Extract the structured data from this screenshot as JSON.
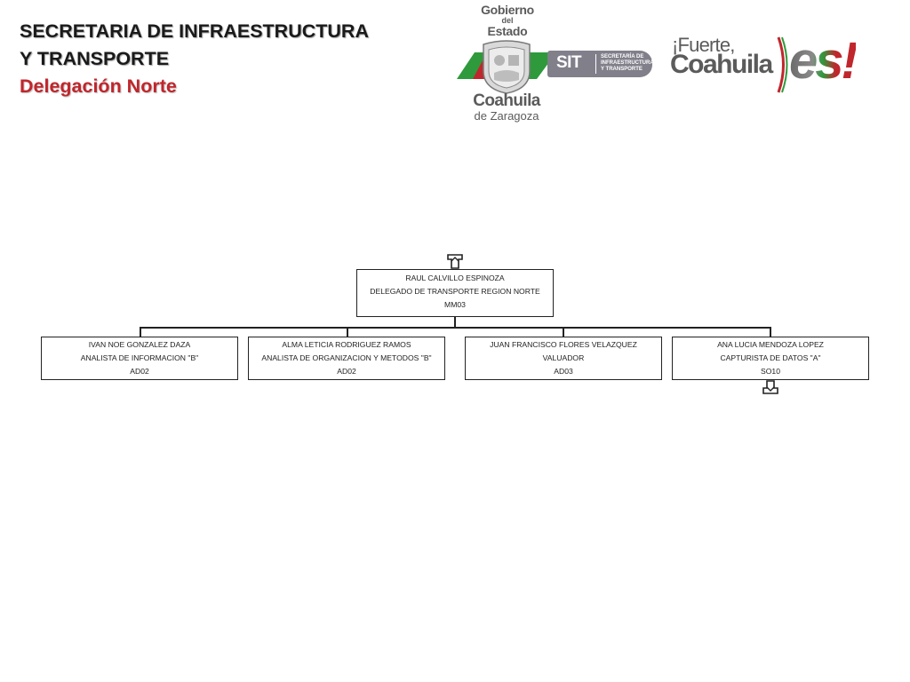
{
  "header": {
    "title_line1": "SECRETARIA DE INFRAESTRUCTURA",
    "title_line2": "Y TRANSPORTE",
    "subtitle": "Delegación Norte"
  },
  "logos": {
    "gobierno": {
      "line1": "Gobierno",
      "line2": "del",
      "line3": "Estado",
      "state": "Coahuila",
      "state_sub": "de Zaragoza"
    },
    "sit": {
      "acronym": "SIT",
      "line1": "SECRETARÍA DE",
      "line2": "INFRAESTRUCTURA",
      "line3": "Y TRANSPORTE"
    },
    "fuerte": {
      "line1": "¡Fuerte,",
      "line2": "Coahuila",
      "es": "es!"
    }
  },
  "colors": {
    "accent_red": "#c0262c",
    "brand_green": "#2e9a3c",
    "brand_gray": "#807f8a",
    "text_dark": "#1a1a1a"
  },
  "org_chart": {
    "root": {
      "name": "RAUL CALVILLO ESPINOZA",
      "position": "DELEGADO DE TRANSPORTE REGION NORTE",
      "code": "MM03"
    },
    "children": [
      {
        "name": "IVAN NOE GONZALEZ DAZA",
        "position": "ANALISTA DE INFORMACION \"B\"",
        "code": "AD02"
      },
      {
        "name": "ALMA LETICIA RODRIGUEZ RAMOS",
        "position": "ANALISTA DE ORGANIZACION Y METODOS \"B\"",
        "code": "AD02"
      },
      {
        "name": "JUAN FRANCISCO FLORES VELAZQUEZ",
        "position": "VALUADOR",
        "code": "AD03"
      },
      {
        "name": "ANA LUCIA MENDOZA LOPEZ",
        "position": "CAPTURISTA DE DATOS  \"A\"",
        "code": "SO10"
      }
    ],
    "icons": {
      "up": "up-arrow-icon",
      "down": "down-arrow-icon"
    }
  }
}
